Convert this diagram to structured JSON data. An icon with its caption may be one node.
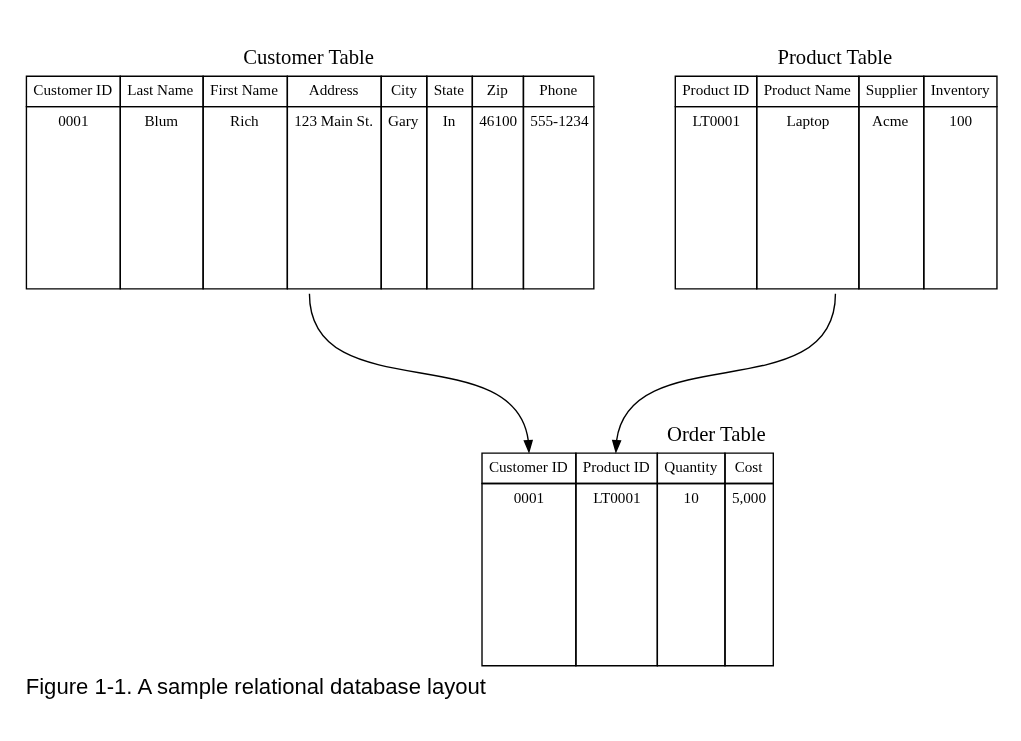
{
  "diagram": {
    "caption": "Figure 1-1. A sample relational database layout",
    "nodes": [
      {
        "text": [
          "Customer Table",
          "Customer ID",
          "Last Name",
          "First Name",
          "Address",
          "City",
          "State",
          "Zip",
          "Phone",
          "0001",
          "Blum",
          "Rich",
          "123 Main St.",
          "Gary",
          "In",
          "46100",
          "555-1234"
        ]
      },
      {
        "text": [
          "Product Table",
          "Product ID",
          "Product Name",
          "Supplier",
          "Inventory",
          "LT0001",
          "Laptop",
          "Acme",
          "100"
        ]
      },
      {
        "text": [
          "Order Table",
          "Customer ID",
          "Product ID",
          "Quantity",
          "Cost",
          "0001",
          "LT0001",
          "10",
          "5,000"
        ]
      }
    ],
    "edges": [
      {
        "from": 0,
        "to": 2,
        "arrow": "to"
      },
      {
        "from": 1,
        "to": 2,
        "arrow": "to"
      }
    ]
  }
}
